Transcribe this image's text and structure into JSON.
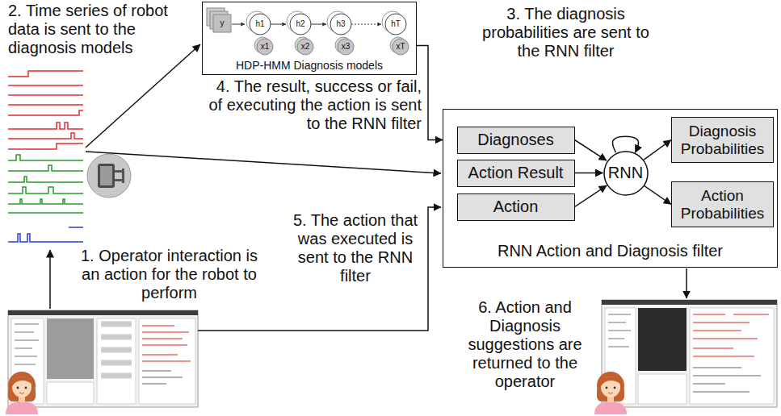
{
  "diagram": {
    "nodes": [
      {
        "text": [
          "HDP-HMM Diagnosis models"
        ]
      },
      {
        "text": [
          "RNN Action and Diagnosis filter"
        ]
      },
      {
        "text": [
          "Diagnoses"
        ],
        "in": 1
      },
      {
        "text": [
          "Action Result"
        ],
        "in": 1
      },
      {
        "text": [
          "Action"
        ],
        "in": 1
      },
      {
        "text": [
          "RNN"
        ],
        "in": 1
      },
      {
        "text": [
          "Diagnosis Probabilities"
        ],
        "in": 1
      },
      {
        "text": [
          "Action Probabilities"
        ],
        "in": 1
      }
    ],
    "edges": [
      {
        "from": 0,
        "to": 1,
        "arrow": "to"
      },
      {
        "from": 2,
        "to": 5,
        "arrow": "to"
      },
      {
        "from": 3,
        "to": 5,
        "arrow": "to"
      },
      {
        "from": 4,
        "to": 5,
        "arrow": "to"
      },
      {
        "from": 5,
        "to": 5,
        "arrow": "to"
      },
      {
        "from": 5,
        "to": 6,
        "arrow": "to"
      },
      {
        "from": 5,
        "to": 7,
        "arrow": "to"
      }
    ],
    "labels": [
      "2. Time series of robot data is sent to the diagnosis models",
      "3. The diagnosis probabilities are sent to the RNN filter",
      "4. The result, success or fail, of executing the action is sent to the RNN filter",
      "5. The action that was executed is sent to the RNN filter",
      "1. Operator interaction is an action for the robot to perform",
      "6. Action and Diagnosis suggestions are returned to the operator",
      "y",
      "h1",
      "h2",
      "h3",
      "hT",
      "x1",
      "x2",
      "x3",
      "xT"
    ]
  }
}
